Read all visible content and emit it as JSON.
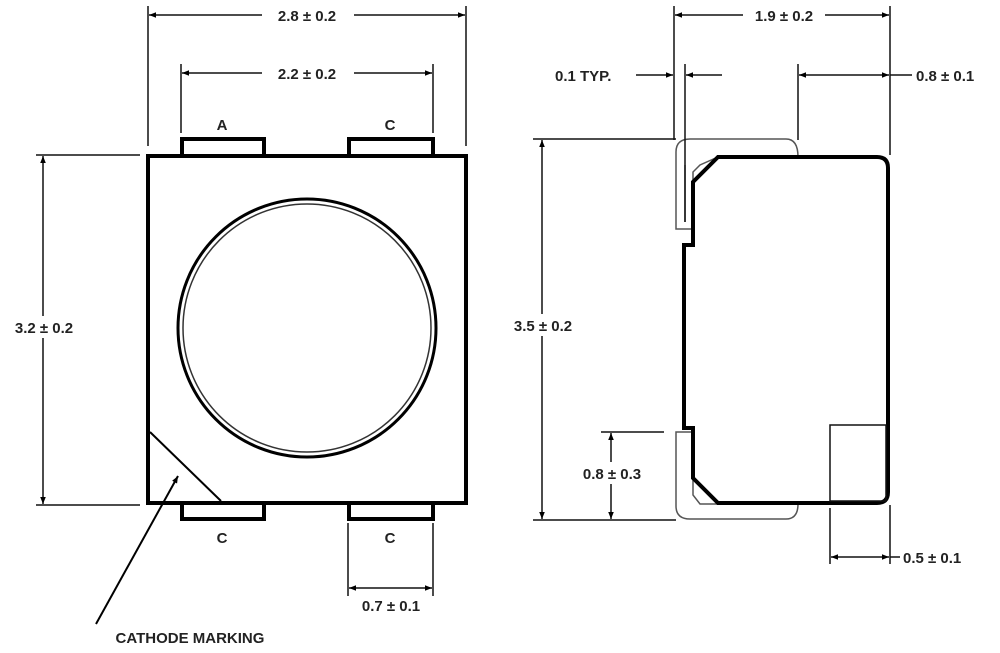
{
  "top_view": {
    "width_outer": "2.8 ± 0.2",
    "width_pads": "2.2 ± 0.2",
    "height": "3.2 ± 0.2",
    "pad_width": "0.7 ± 0.1",
    "pad_labels": {
      "top_left": "A",
      "top_right": "C",
      "bottom_left": "C",
      "bottom_right": "C"
    },
    "cathode_label": "CATHODE MARKING"
  },
  "side_view": {
    "width": "1.9 ± 0.2",
    "lead_thickness": "0.1 TYP.",
    "top_lead": "0.8 ± 0.1",
    "height": "3.5 ± 0.2",
    "lead_height": "0.8 ± 0.3",
    "bottom_pad": "0.5 ± 0.1"
  }
}
